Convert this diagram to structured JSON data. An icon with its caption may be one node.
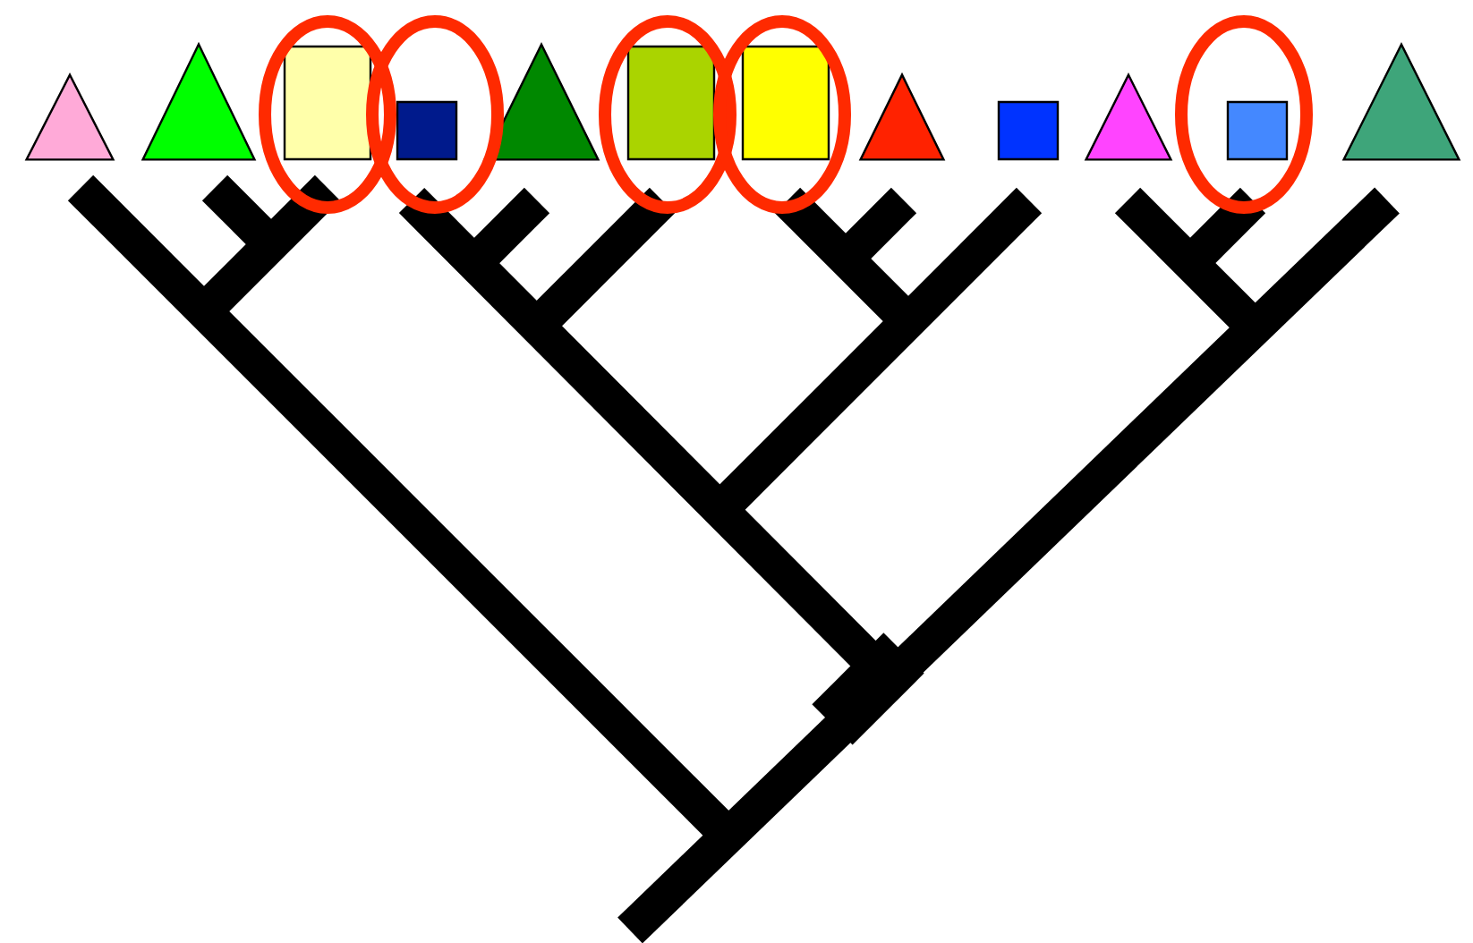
{
  "diagram": {
    "nodes": [
      {
        "text": [],
        "shape": "triangle"
      },
      {
        "text": [],
        "shape": "triangle"
      },
      {
        "text": [],
        "shape": "box"
      },
      {
        "text": [],
        "shape": "box"
      },
      {
        "text": [],
        "shape": "triangle"
      },
      {
        "text": [],
        "shape": "box"
      },
      {
        "text": [],
        "shape": "box"
      },
      {
        "text": [],
        "shape": "triangle"
      },
      {
        "text": [],
        "shape": "box"
      },
      {
        "text": [],
        "shape": "triangle"
      },
      {
        "text": [],
        "shape": "box"
      },
      {
        "text": [],
        "shape": "triangle"
      }
    ]
  }
}
